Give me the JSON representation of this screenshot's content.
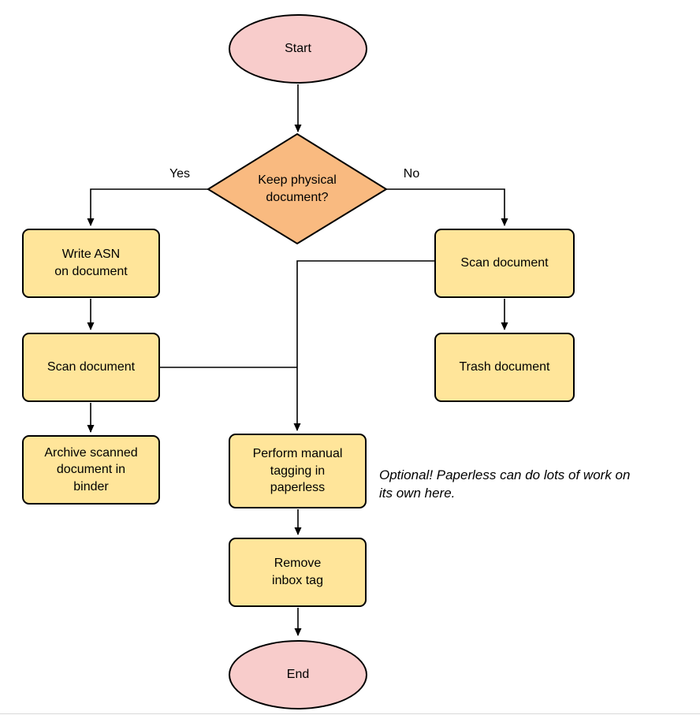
{
  "diagram": {
    "nodes": {
      "start": "Start",
      "decision": "Keep physical\ndocument?",
      "write_asn": "Write ASN\non document",
      "scan_left": "Scan document",
      "archive": "Archive scanned\ndocument in\nbinder",
      "scan_right": "Scan document",
      "trash": "Trash document",
      "tagging": "Perform manual\ntagging in\npaperless",
      "remove_inbox": "Remove\ninbox tag",
      "end": "End"
    },
    "edge_labels": {
      "yes": "Yes",
      "no": "No"
    },
    "annotation": "Optional! Paperless can do lots of work on\nits own here."
  },
  "colors": {
    "terminal_fill": "#f8cccb",
    "decision_fill": "#f9ba80",
    "process_fill": "#ffe59a",
    "stroke": "#000000",
    "background": "#ffffff"
  }
}
